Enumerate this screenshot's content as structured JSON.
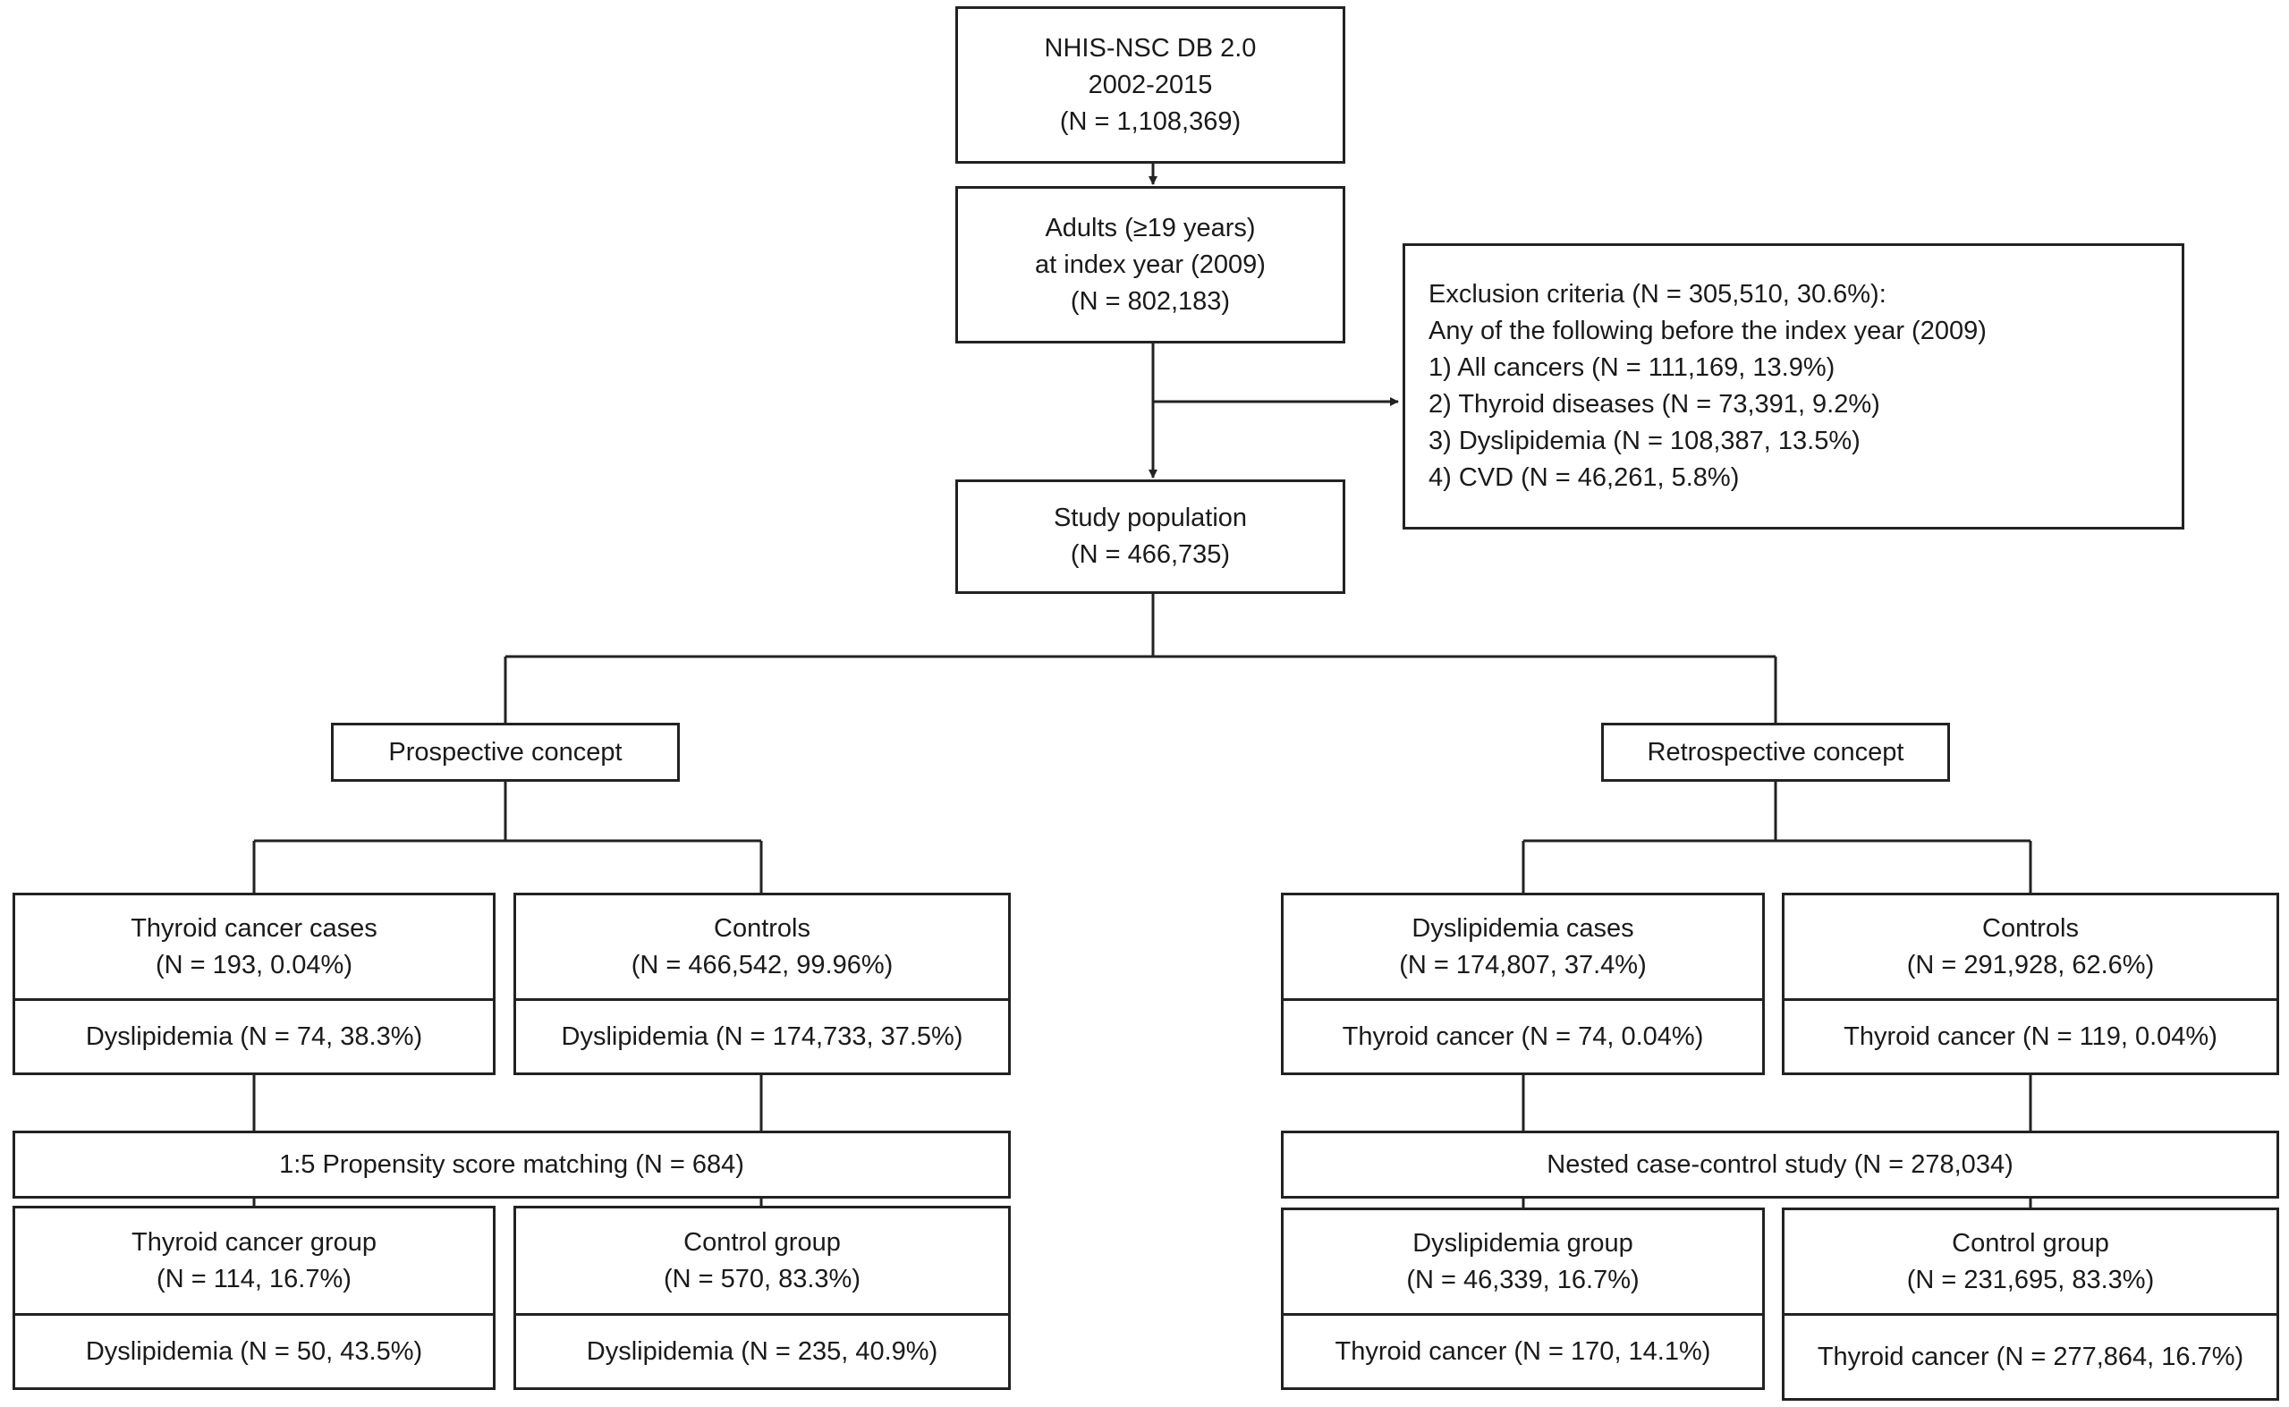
{
  "source": {
    "lines": [
      "NHIS-NSC DB 2.0",
      "2002-2015",
      "(N = 1,108,369)"
    ]
  },
  "adults": {
    "lines": [
      "Adults (≥19 years)",
      "at index year (2009)",
      "(N = 802,183)"
    ]
  },
  "exclusion": {
    "lines": [
      "Exclusion criteria (N = 305,510, 30.6%):",
      "Any of the following before the index year (2009)",
      "1) All cancers (N = 111,169, 13.9%)",
      "2) Thyroid diseases (N = 73,391, 9.2%)",
      "3) Dyslipidemia (N = 108,387, 13.5%)",
      "4) CVD (N = 46,261, 5.8%)"
    ]
  },
  "study_population": {
    "lines": [
      "Study population",
      "(N = 466,735)"
    ]
  },
  "prospective": {
    "label": "Prospective concept",
    "cases": {
      "lines": [
        "Thyroid cancer cases",
        "(N = 193, 0.04%)"
      ],
      "sub": "Dyslipidemia (N = 74, 38.3%)"
    },
    "controls": {
      "lines": [
        "Controls",
        "(N = 466,542, 99.96%)"
      ],
      "sub": "Dyslipidemia (N = 174,733, 37.5%)"
    },
    "matching": "1:5 Propensity score matching (N = 684)",
    "group_a": {
      "lines": [
        "Thyroid cancer group",
        "(N = 114, 16.7%)"
      ],
      "sub": "Dyslipidemia (N = 50, 43.5%)"
    },
    "group_b": {
      "lines": [
        "Control group",
        "(N = 570, 83.3%)"
      ],
      "sub": "Dyslipidemia (N = 235, 40.9%)"
    }
  },
  "retrospective": {
    "label": "Retrospective concept",
    "cases": {
      "lines": [
        "Dyslipidemia cases",
        "(N = 174,807, 37.4%)"
      ],
      "sub": "Thyroid cancer (N = 74, 0.04%)"
    },
    "controls": {
      "lines": [
        "Controls",
        "(N = 291,928, 62.6%)"
      ],
      "sub": "Thyroid cancer (N = 119, 0.04%)"
    },
    "matching": "Nested case-control study (N = 278,034)",
    "group_a": {
      "lines": [
        "Dyslipidemia group",
        "(N = 46,339, 16.7%)"
      ],
      "sub": "Thyroid cancer (N = 170, 14.1%)"
    },
    "group_b": {
      "lines": [
        "Control group",
        "(N = 231,695, 83.3%)"
      ],
      "sub": "Thyroid cancer (N = 277,864, 16.7%)"
    }
  }
}
